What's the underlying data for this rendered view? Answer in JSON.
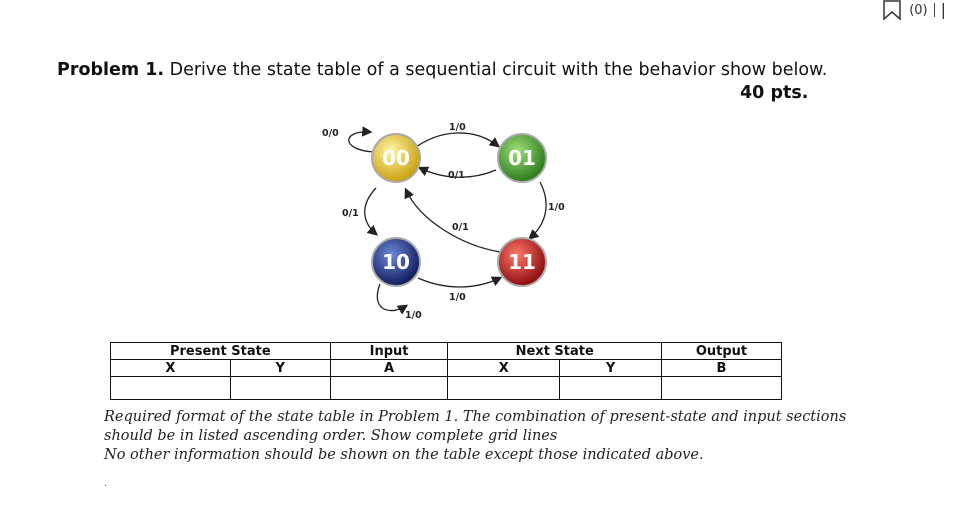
{
  "topbar": {
    "count": "(0)"
  },
  "problem": {
    "number": "Problem 1.",
    "text": "Derive the state table of a sequential circuit with the behavior show below.",
    "points": "40 pts."
  },
  "diagram": {
    "states": [
      {
        "id": "00",
        "label": "00",
        "color": "#d6b514"
      },
      {
        "id": "01",
        "label": "01",
        "color": "#3f9a2a"
      },
      {
        "id": "10",
        "label": "10",
        "color": "#1d2f86"
      },
      {
        "id": "11",
        "label": "11",
        "color": "#c0161b"
      }
    ],
    "transitions": [
      {
        "from": "00",
        "to": "00",
        "label": "0/0"
      },
      {
        "from": "00",
        "to": "01",
        "label": "1/0"
      },
      {
        "from": "01",
        "to": "00",
        "label": "0/1"
      },
      {
        "from": "01",
        "to": "11",
        "label": "1/0"
      },
      {
        "from": "11",
        "to": "00",
        "label": "0/1"
      },
      {
        "from": "00",
        "to": "10",
        "label": "0/1"
      },
      {
        "from": "10",
        "to": "10",
        "label": "1/0"
      },
      {
        "from": "10",
        "to": "11",
        "label": "1/0"
      }
    ]
  },
  "table": {
    "groups": [
      "Present State",
      "Input",
      "Next State",
      "Output"
    ],
    "columns": [
      "X",
      "Y",
      "A",
      "X",
      "Y",
      "B"
    ]
  },
  "note": {
    "line1": "Required format of the state table in Problem 1. The combination of present-state and input sections",
    "line2": "should be in listed ascending order. Show complete grid lines",
    "line3": "No other information should be shown on the table except those indicated above.",
    "dot": "."
  }
}
